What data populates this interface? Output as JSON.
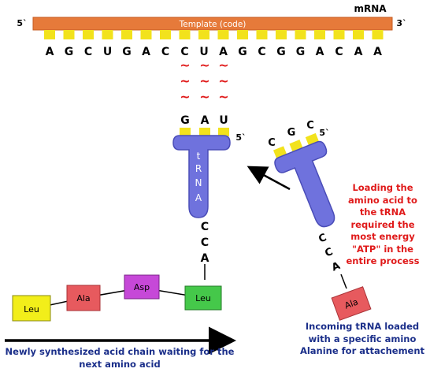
{
  "mrna": {
    "label": "mRNA",
    "strand_label": "Template (code)",
    "five_prime": "5`",
    "three_prime": "3`",
    "bases": [
      "A",
      "G",
      "C",
      "U",
      "G",
      "A",
      "C",
      "C",
      "U",
      "A",
      "G",
      "C",
      "G",
      "G",
      "A",
      "C",
      "A",
      "A"
    ],
    "bond_symbol": "~",
    "colors": {
      "strand": "#e67a3a",
      "strand_edge": "#c65a1e",
      "base_tab": "#f2e21c",
      "bond": "#e01a1a"
    }
  },
  "bound_trna": {
    "anticodon": [
      "G",
      "A",
      "U"
    ],
    "five_prime": "5`",
    "stem_letters": [
      "t",
      "R",
      "N",
      "A"
    ],
    "acceptor": [
      "C",
      "C",
      "A"
    ],
    "amino_acid": "Leu"
  },
  "incoming_trna": {
    "anticodon": [
      "C",
      "G",
      "C"
    ],
    "five_prime": "5`",
    "acceptor": [
      "C",
      "C",
      "A"
    ],
    "amino_acid": "Ala"
  },
  "chain": {
    "amino_acids": [
      {
        "label": "Leu",
        "color": "#f2ee1a"
      },
      {
        "label": "Ala",
        "color": "#e75a5e"
      },
      {
        "label": "Asp",
        "color": "#c648d8"
      }
    ]
  },
  "captions": {
    "loading": "Loading the amino acid to the tRNA required the most energy \"ATP\" in the entire process",
    "incoming": "Incoming tRNA loaded with a specific amino Alanine for attachement",
    "chain": "Newly synthesized acid chain waiting for the next amino acid"
  },
  "colors": {
    "trna": "#6f72dd",
    "trna_edge": "#4a4db8",
    "leu_bound": "#45c84a",
    "ala_incoming": "#e75a5e",
    "caption_blue": "#1b2f8a",
    "caption_red": "#e01a1a"
  }
}
